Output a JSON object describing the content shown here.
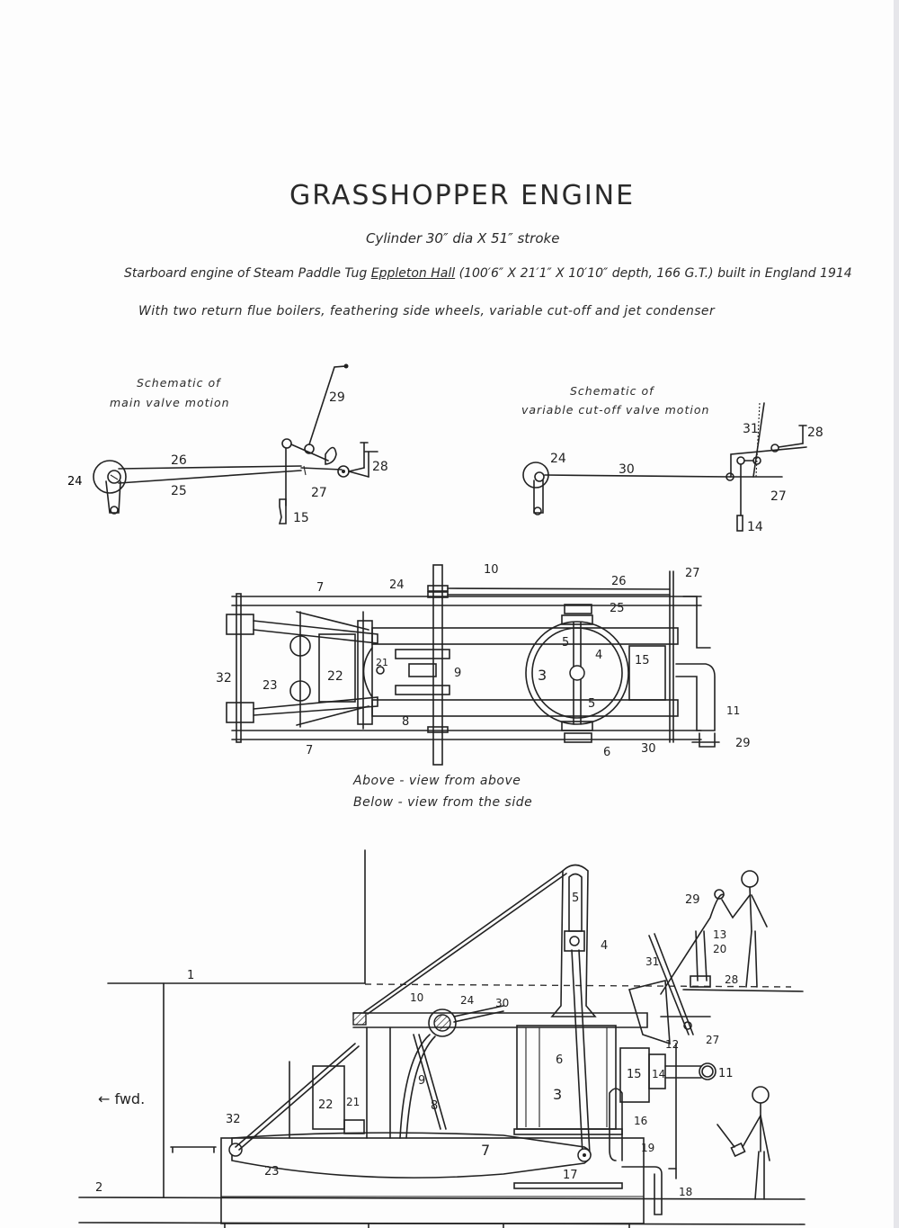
{
  "title": "GRASSHOPPER ENGINE",
  "subtitle": "Cylinder 30″ dia X 51″ stroke",
  "description": {
    "prefix": "Starboard engine of Steam Paddle Tug ",
    "vessel_name": "Eppleton Hall",
    "suffix": " (100′6″ X 21′1″ X 10′10″ depth, 166 G.T.) built in England 1914"
  },
  "features": "With two return flue boilers, feathering side wheels, variable cut-off and jet condenser",
  "schematic_main": {
    "caption_line1": "Schematic of",
    "caption_line2": "main valve motion",
    "labels": {
      "l24": "24",
      "l26": "26",
      "l25": "25",
      "l29": "29",
      "l27": "27",
      "l28": "28",
      "l15": "15"
    }
  },
  "schematic_cutoff": {
    "caption_line1": "Schematic of",
    "caption_line2": "variable cut-off valve motion",
    "labels": {
      "l24": "24",
      "l30": "30",
      "l31": "31",
      "l28": "28",
      "l27": "27",
      "l14": "14"
    }
  },
  "plan_view": {
    "labels": {
      "l10": "10",
      "l24": "24",
      "l26": "26",
      "l27": "27",
      "l25": "25",
      "l7a": "7",
      "l7b": "7",
      "l32": "32",
      "l23": "23",
      "l22": "22",
      "l21": "21",
      "l9": "9",
      "l8": "8",
      "l3": "3",
      "l4": "4",
      "l5a": "5",
      "l5b": "5",
      "l15": "15",
      "l11": "11",
      "l6": "6",
      "l30": "30",
      "l29": "29"
    }
  },
  "view_notes": {
    "above": "Above - view from above",
    "below": "Below - view from the side"
  },
  "side_view": {
    "forward_indicator": "← fwd.",
    "labels": {
      "l1": "1",
      "l2": "2",
      "l32": "32",
      "l23": "23",
      "l22": "22",
      "l21": "21",
      "l10": "10",
      "l24": "24",
      "l30": "30",
      "l9": "9",
      "l8": "8",
      "l7": "7",
      "l17": "17",
      "l3": "3",
      "l6": "6",
      "l5": "5",
      "l4": "4",
      "l29": "29",
      "l13": "13",
      "l20": "20",
      "l31": "31",
      "l28": "28",
      "l27": "27",
      "l12": "12",
      "l15": "15",
      "l14": "14",
      "l11": "11",
      "l16": "16",
      "l19": "19",
      "l18": "18"
    }
  }
}
